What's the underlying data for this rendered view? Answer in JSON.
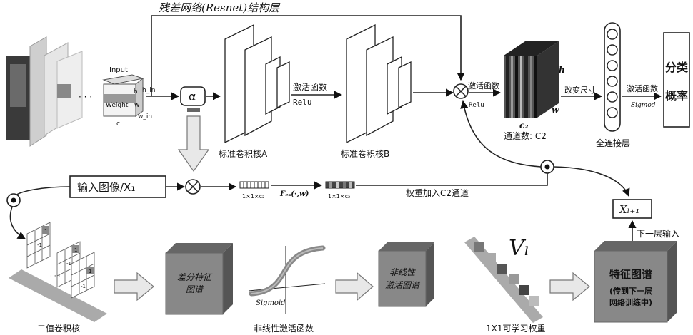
{
  "resnet_label": "残差网络(Resnet)结构层",
  "input_block": {
    "input": "Input",
    "h": "h",
    "w": "w",
    "c": "c",
    "weight": "Weight",
    "h_in": "h_in",
    "w_in": "w_in",
    "dots": "· · ·"
  },
  "alpha": "α",
  "conv_a": "标准卷积核A",
  "conv_b": "标准卷积核B",
  "activation_top": "激活函数",
  "relu_top": "Relu",
  "activation_mid": "激活函数",
  "relu_mid": "Relu",
  "tensor": {
    "h": "h",
    "w": "w",
    "c2": "c₂",
    "channels": "通道数: C2"
  },
  "resize": "改变尺寸",
  "fc_label": "全连接层",
  "activation_fc": "激活函数",
  "sigmoid_fc": "Sigmod",
  "classify_line1": "分类",
  "classify_line2": "概率",
  "input_image": "输入图像/X₁",
  "vec1": "1×1×c₂",
  "fex": "Fₑₓ(·,w)",
  "vec2": "1×1×c₂",
  "weight_c2": "权重加入C2通道",
  "xl1": "Xₗ₊₁",
  "next_input": "下一层输入",
  "binary_kernel": "二值卷积核",
  "diff_map": {
    "line1": "差分特征",
    "line2": "图谱"
  },
  "sigmoid_small": "Sigmoid",
  "nonlinear_fn": "非线性激活函数",
  "nonlinear_map": {
    "line1": "非线性",
    "line2": "激活图谱"
  },
  "vl": "Vₗ",
  "learn_weight": "1X1可学习权重",
  "feature_map": {
    "line1": "特征图谱",
    "line2": "(传到下一层",
    "line3": "网络训练中)"
  },
  "kernel_vals": [
    "1",
    "-1",
    "1",
    "-1",
    "1",
    "-1"
  ]
}
